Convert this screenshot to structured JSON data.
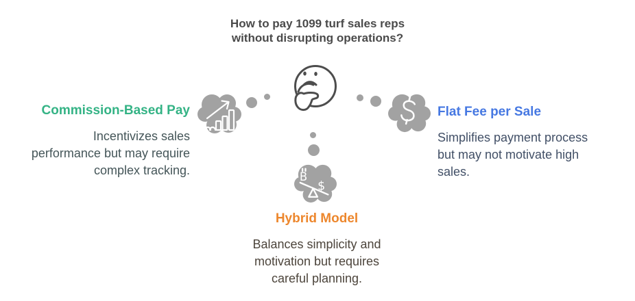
{
  "title": {
    "lines": [
      "How to pay 1099 turf sales reps",
      "without disrupting operations?"
    ],
    "color": "#4A4A4A"
  },
  "center": {
    "icon": "thinking-face-icon"
  },
  "options": {
    "commission": {
      "heading": "Commission-Based Pay",
      "heading_color": "#34B385",
      "body_lines": [
        "Incentivizes sales",
        "performance but may require",
        "complex tracking."
      ],
      "body_color": "#445558",
      "icon": "growth-bar-chart-icon"
    },
    "flat_fee": {
      "heading": "Flat Fee per Sale",
      "heading_color": "#4678E2",
      "body_lines": [
        "Simplifies payment process",
        "but may not motivate high",
        "sales."
      ],
      "body_color": "#414F66",
      "icon": "dollar-sign-icon"
    },
    "hybrid": {
      "heading": "Hybrid Model",
      "heading_color": "#ED872D",
      "body_lines": [
        "Balances simplicity and",
        "motivation but requires",
        "careful planning."
      ],
      "body_color": "#4C443B",
      "icon": "balance-scale-icon"
    }
  },
  "colors": {
    "cloud_gray": "#A2A2A2",
    "face_outline": "#4D4D4D",
    "icon_white": "#FFFFFF",
    "background": "#FFFFFF"
  }
}
